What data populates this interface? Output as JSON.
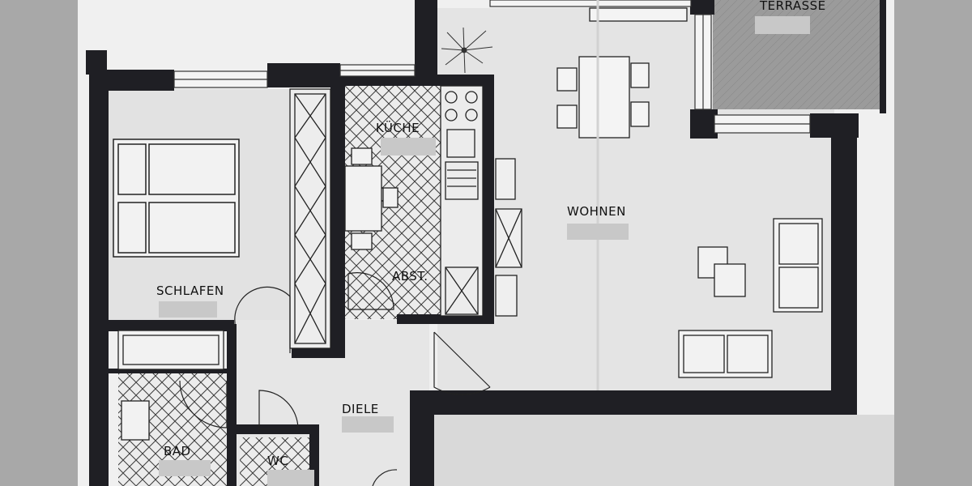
{
  "plan": {
    "rooms": {
      "terrasse": "TERRASSE",
      "kueche": "KÜCHE",
      "wohnen": "WOHNEN",
      "schlafen": "SCHLAFEN",
      "abst": "ABST.",
      "diele": "DIELE",
      "bad": "BAD",
      "wc": "WC"
    }
  },
  "colors": {
    "page": "#e9e9e9",
    "side_margin": "#a8a8a8",
    "paper": "#f0f0f0",
    "floor": "#e6e6e6",
    "terrace": "#9b9b9b",
    "wall": "#1f1f24",
    "stamp": "#c8c8c8"
  }
}
